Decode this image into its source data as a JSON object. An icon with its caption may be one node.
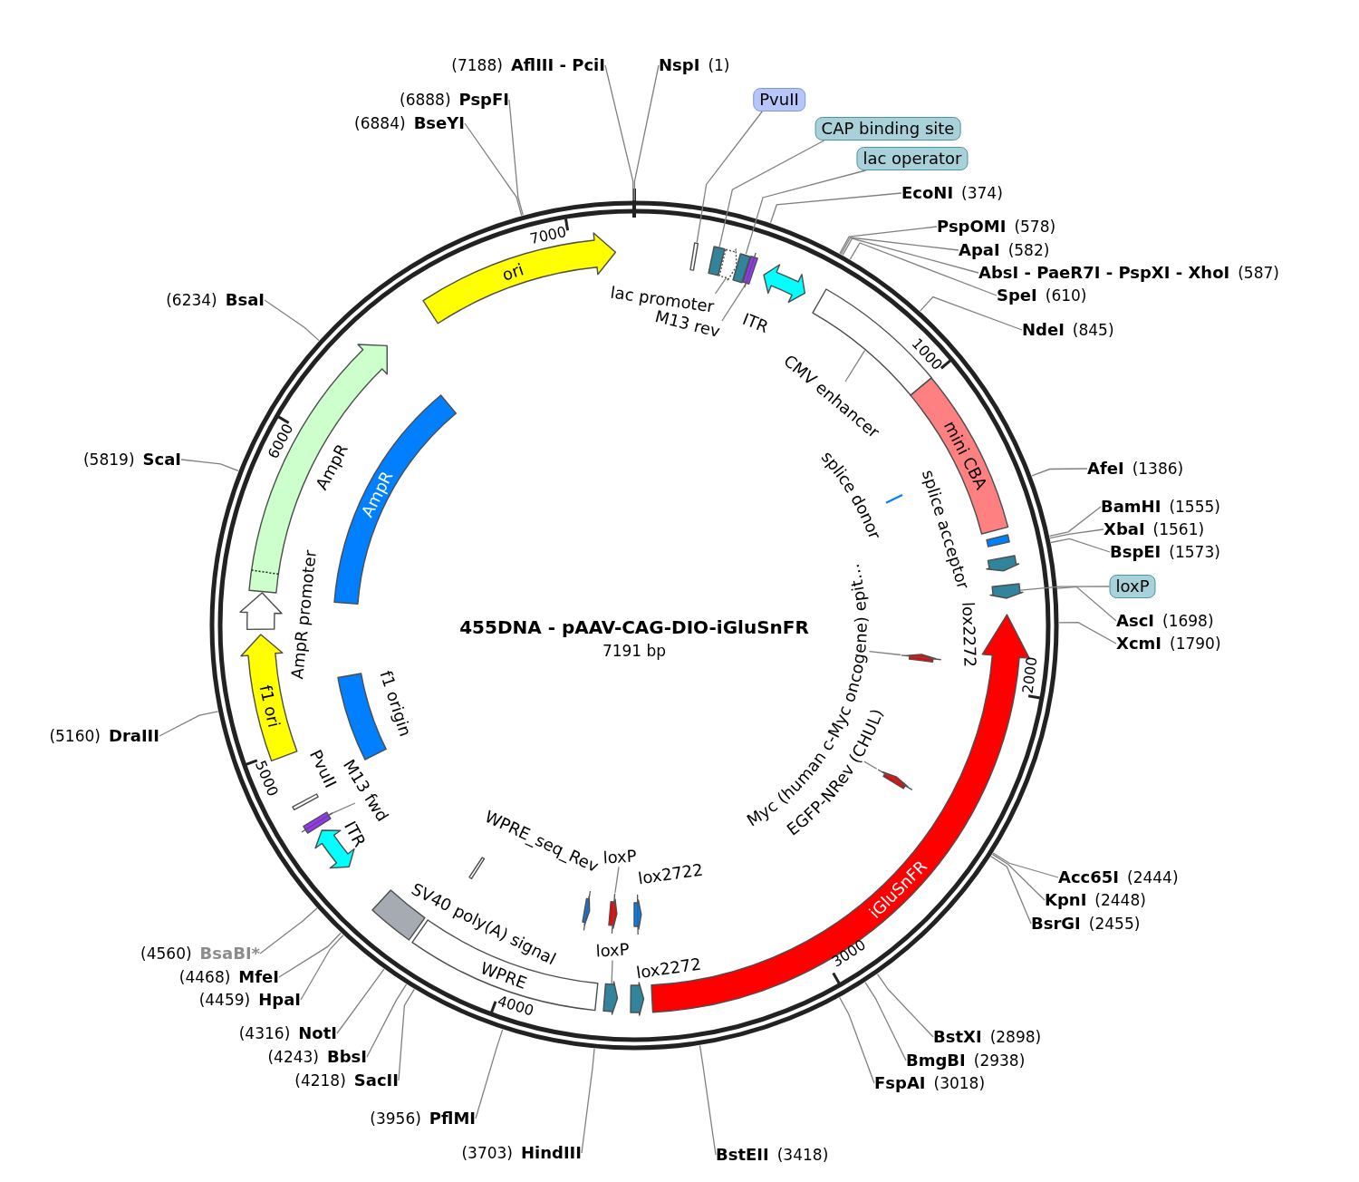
{
  "diagram": {
    "title": "455DNA - pAAV-CAG-DIO-iGluSnFR",
    "nodes": [
      {
        "text": [
          "NspI",
          "(1)"
        ]
      },
      {
        "text": [
          "EcoNI",
          "(374)"
        ]
      },
      {
        "text": [
          "PspOMI",
          "(578)"
        ]
      },
      {
        "text": [
          "ApaI",
          "(582)"
        ]
      },
      {
        "text": [
          "AbsI - PaeR7I - PspXI - XhoI",
          "(587)"
        ]
      },
      {
        "text": [
          "SpeI",
          "(610)"
        ]
      },
      {
        "text": [
          "NdeI",
          "(845)"
        ]
      },
      {
        "text": [
          "AfeI",
          "(1386)"
        ]
      },
      {
        "text": [
          "BamHI",
          "(1555)"
        ]
      },
      {
        "text": [
          "XbaI",
          "(1561)"
        ]
      },
      {
        "text": [
          "BspEI",
          "(1573)"
        ]
      },
      {
        "text": [
          "AscI",
          "(1698)"
        ]
      },
      {
        "text": [
          "XcmI",
          "(1790)"
        ]
      },
      {
        "text": [
          "Acc65I",
          "(2444)"
        ]
      },
      {
        "text": [
          "KpnI",
          "(2448)"
        ]
      },
      {
        "text": [
          "BsrGI",
          "(2455)"
        ]
      },
      {
        "text": [
          "BstXI",
          "(2898)"
        ]
      },
      {
        "text": [
          "BmgBI",
          "(2938)"
        ]
      },
      {
        "text": [
          "FspAI",
          "(3018)"
        ]
      },
      {
        "text": [
          "BstEII",
          "(3418)"
        ]
      },
      {
        "text": [
          "(3703)",
          "HindIII"
        ]
      },
      {
        "text": [
          "(3956)",
          "PflMI"
        ]
      },
      {
        "text": [
          "(4218)",
          "SacII"
        ]
      },
      {
        "text": [
          "(4243)",
          "BbsI"
        ]
      },
      {
        "text": [
          "(4316)",
          "NotI"
        ]
      },
      {
        "text": [
          "(4459)",
          "HpaI"
        ]
      },
      {
        "text": [
          "(4468)",
          "MfeI"
        ]
      },
      {
        "text": [
          "(4560)",
          "BsaBI*"
        ]
      },
      {
        "text": [
          "(5160)",
          "DraIII"
        ]
      },
      {
        "text": [
          "(5819)",
          "ScaI"
        ]
      },
      {
        "text": [
          "(6234)",
          "BsaI"
        ]
      },
      {
        "text": [
          "(6884)",
          "BseYI"
        ]
      },
      {
        "text": [
          "(6888)",
          "PspFI"
        ]
      },
      {
        "text": [
          "(7188)",
          "AflIII - PciI"
        ]
      },
      {
        "text": [
          "PvuII"
        ]
      },
      {
        "text": [],
        "shape": "bar"
      },
      {
        "text": [
          "CAP binding site"
        ]
      },
      {
        "text": [],
        "shape": "box"
      },
      {
        "text": [
          "lac promoter"
        ]
      },
      {
        "text": [],
        "shape": "arrow"
      },
      {
        "text": [
          "lac operator"
        ]
      },
      {
        "text": [],
        "shape": "box"
      },
      {
        "text": [
          "M13 rev"
        ]
      },
      {
        "text": [],
        "shape": "bar"
      },
      {
        "text": [
          "ITR"
        ]
      },
      {
        "text": [
          "CMV enhancer"
        ]
      },
      {
        "text": [],
        "shape": "box"
      },
      {
        "text": [
          "mini CBA"
        ]
      },
      {
        "text": [
          "splice acceptor"
        ]
      },
      {
        "text": [
          "lox2272"
        ]
      },
      {
        "text": [
          "loxP"
        ]
      },
      {
        "text": [],
        "shape": "arrow"
      },
      {
        "text": [
          "iGluSnFR"
        ]
      },
      {
        "text": [
          "lox2272"
        ]
      },
      {
        "text": [
          "loxP"
        ]
      },
      {
        "text": [],
        "shape": "arrow"
      },
      {
        "text": [
          "WPRE"
        ]
      },
      {
        "text": [
          "SV40 poly(A) signal"
        ]
      },
      {
        "text": [
          "ITR"
        ]
      },
      {
        "text": [
          "M13 fwd"
        ]
      },
      {
        "text": [],
        "shape": "bar"
      },
      {
        "text": [
          "PvuII"
        ]
      },
      {
        "text": [
          "f1 ori"
        ]
      },
      {
        "text": [
          "AmpR promoter"
        ]
      },
      {
        "text": [
          "AmpR"
        ]
      },
      {
        "text": [
          "ori"
        ]
      },
      {
        "text": [
          "splice donor"
        ]
      },
      {
        "text": [
          "Myc (human c-Myc oncogene) epit…"
        ]
      },
      {
        "text": [],
        "shape": "arrow"
      },
      {
        "text": [
          "EGFP-NRev (CHUL)"
        ]
      },
      {
        "text": [],
        "shape": "arrow"
      },
      {
        "text": [
          "lox2722"
        ]
      },
      {
        "text": [
          "loxP"
        ]
      },
      {
        "text": [],
        "shape": "arrow"
      },
      {
        "text": [],
        "shape": "arrow"
      },
      {
        "text": [
          "WPRE_seq_Rev"
        ]
      },
      {
        "text": [
          "f1 origin"
        ]
      },
      {
        "text": [
          "AmpR"
        ]
      }
    ],
    "edges": [
      {
        "from": 0,
        "to": null,
        "arrow": "none"
      },
      {
        "from": 1,
        "to": null,
        "arrow": "none"
      },
      {
        "from": 2,
        "to": null,
        "arrow": "none"
      },
      {
        "from": 3,
        "to": null,
        "arrow": "none"
      },
      {
        "from": 4,
        "to": null,
        "arrow": "none"
      },
      {
        "from": 5,
        "to": null,
        "arrow": "none"
      },
      {
        "from": 6,
        "to": null,
        "arrow": "none"
      },
      {
        "from": 7,
        "to": null,
        "arrow": "none"
      },
      {
        "from": 8,
        "to": null,
        "arrow": "none"
      },
      {
        "from": 9,
        "to": null,
        "arrow": "none"
      },
      {
        "from": 10,
        "to": null,
        "arrow": "none"
      },
      {
        "from": 11,
        "to": null,
        "arrow": "none"
      },
      {
        "from": 12,
        "to": null,
        "arrow": "none"
      },
      {
        "from": 13,
        "to": null,
        "arrow": "none"
      },
      {
        "from": 14,
        "to": null,
        "arrow": "none"
      },
      {
        "from": 15,
        "to": null,
        "arrow": "none"
      },
      {
        "from": 16,
        "to": null,
        "arrow": "none"
      },
      {
        "from": 17,
        "to": null,
        "arrow": "none"
      },
      {
        "from": 18,
        "to": null,
        "arrow": "none"
      },
      {
        "from": 19,
        "to": null,
        "arrow": "none"
      },
      {
        "from": 20,
        "to": null,
        "arrow": "none"
      },
      {
        "from": 21,
        "to": null,
        "arrow": "none"
      },
      {
        "from": 22,
        "to": null,
        "arrow": "none"
      },
      {
        "from": 23,
        "to": null,
        "arrow": "none"
      },
      {
        "from": 24,
        "to": null,
        "arrow": "none"
      },
      {
        "from": 25,
        "to": null,
        "arrow": "none"
      },
      {
        "from": 26,
        "to": null,
        "arrow": "none"
      },
      {
        "from": 27,
        "to": null,
        "arrow": "none"
      },
      {
        "from": 28,
        "to": null,
        "arrow": "none"
      },
      {
        "from": 29,
        "to": null,
        "arrow": "none"
      },
      {
        "from": 30,
        "to": null,
        "arrow": "none"
      },
      {
        "from": 31,
        "to": null,
        "arrow": "none"
      },
      {
        "from": 32,
        "to": null,
        "arrow": "none"
      },
      {
        "from": 33,
        "to": null,
        "arrow": "none"
      },
      {
        "from": 34,
        "to": 35,
        "arrow": "none"
      },
      {
        "from": 36,
        "to": 37,
        "arrow": "none"
      },
      {
        "from": 38,
        "to": 39,
        "arrow": "none"
      },
      {
        "from": 40,
        "to": 41,
        "arrow": "none"
      },
      {
        "from": 42,
        "to": 43,
        "arrow": "none"
      },
      {
        "from": 45,
        "to": 46,
        "arrow": "none"
      },
      {
        "from": 50,
        "to": 51,
        "arrow": "none"
      },
      {
        "from": 54,
        "to": 55,
        "arrow": "none"
      },
      {
        "from": 59,
        "to": 60,
        "arrow": "none"
      },
      {
        "from": 67,
        "to": 68,
        "arrow": "none"
      },
      {
        "from": 69,
        "to": 70,
        "arrow": "none"
      },
      {
        "from": 72,
        "to": 73,
        "arrow": "none"
      }
    ],
    "labels": [
      "7191 bp",
      "1000",
      "2000",
      "3000",
      "4000",
      "5000",
      "6000",
      "7000"
    ]
  }
}
